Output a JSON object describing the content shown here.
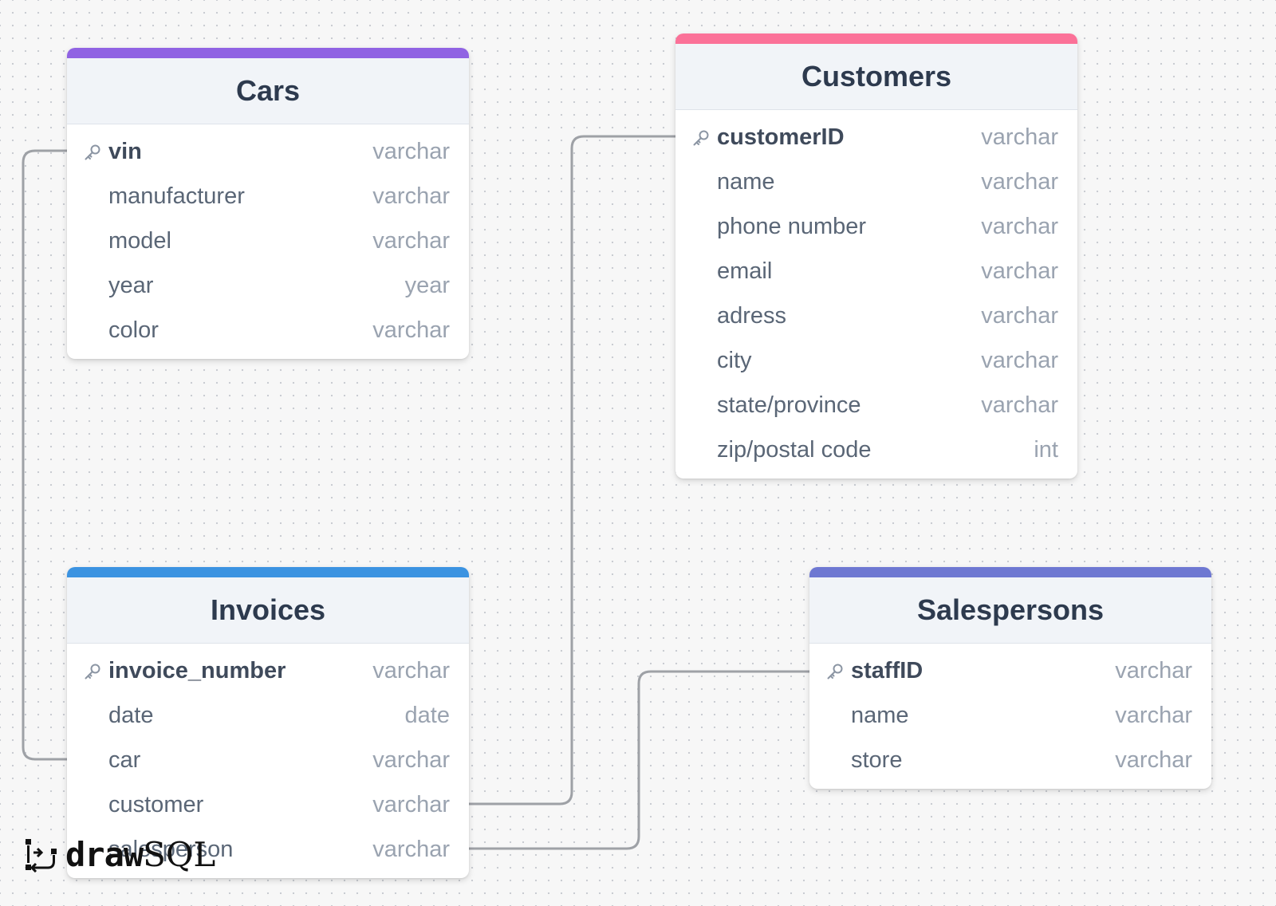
{
  "colors": {
    "cars": "#9063e3",
    "customers": "#fb7198",
    "invoices": "#3b93e1",
    "salespersons": "#6e78d2",
    "connector": "#9ea1a6"
  },
  "tables": {
    "cars": {
      "title": "Cars",
      "rows": [
        {
          "name": "vin",
          "type": "varchar",
          "pk": true
        },
        {
          "name": "manufacturer",
          "type": "varchar"
        },
        {
          "name": "model",
          "type": "varchar"
        },
        {
          "name": "year",
          "type": "year"
        },
        {
          "name": "color",
          "type": "varchar"
        }
      ]
    },
    "customers": {
      "title": "Customers",
      "rows": [
        {
          "name": "customerID",
          "type": "varchar",
          "pk": true
        },
        {
          "name": "name",
          "type": "varchar"
        },
        {
          "name": "phone number",
          "type": "varchar"
        },
        {
          "name": "email",
          "type": "varchar"
        },
        {
          "name": "adress",
          "type": "varchar"
        },
        {
          "name": "city",
          "type": "varchar"
        },
        {
          "name": "state/province",
          "type": "varchar"
        },
        {
          "name": "zip/postal code",
          "type": "int"
        }
      ]
    },
    "invoices": {
      "title": "Invoices",
      "rows": [
        {
          "name": "invoice_number",
          "type": "varchar",
          "pk": true
        },
        {
          "name": "date",
          "type": "date"
        },
        {
          "name": "car",
          "type": "varchar"
        },
        {
          "name": "customer",
          "type": "varchar"
        },
        {
          "name": "salesperson",
          "type": "varchar"
        }
      ]
    },
    "salespersons": {
      "title": "Salespersons",
      "rows": [
        {
          "name": "staffID",
          "type": "varchar",
          "pk": true
        },
        {
          "name": "name",
          "type": "varchar"
        },
        {
          "name": "store",
          "type": "varchar"
        }
      ]
    }
  },
  "relations": [
    {
      "from": "invoices.car",
      "to": "cars.vin"
    },
    {
      "from": "invoices.customer",
      "to": "customers.customerID"
    },
    {
      "from": "invoices.salesperson",
      "to": "salespersons.staffID"
    }
  ],
  "logo": {
    "part1": "draw",
    "part2": "SQL",
    "icon": "drawsql-logo-icon"
  }
}
